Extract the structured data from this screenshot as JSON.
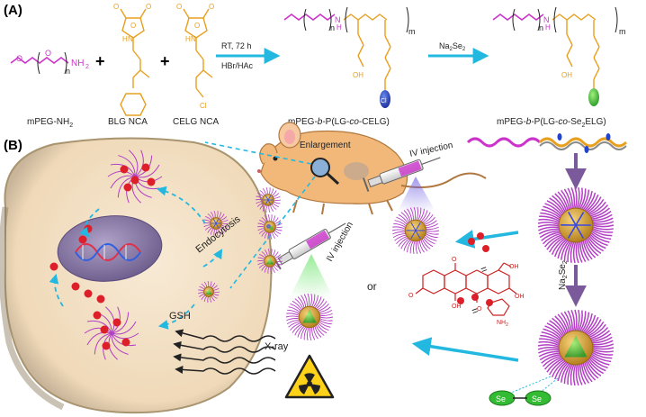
{
  "panel_a": {
    "label": "(A)",
    "reagent_1": "mPEG-NH",
    "reagent_1_sub": "2",
    "reagent_2": "BLG NCA",
    "reagent_3": "CELG NCA",
    "plus": "+",
    "cond_top": "RT, 72 h",
    "cond_bottom": "HBr/HAc",
    "product_1_pre": "mPEG-",
    "product_1_b": "b",
    "product_1_mid": "-P(LG-",
    "product_1_co": "co",
    "product_1_post": "-CELG)",
    "reagent_4": "Na",
    "reagent_4_sub1": "2",
    "reagent_4_mid": "Se",
    "reagent_4_sub2": "2",
    "product_2_pre": "mPEG-",
    "product_2_b": "b",
    "product_2_mid": "-P(LG-",
    "product_2_co": "co",
    "product_2_mid2": "-Se",
    "product_2_sub": "2",
    "product_2_post": "ELG)",
    "n": "n",
    "m": "m",
    "atom_o": "O",
    "atom_h": "H",
    "atom_n": "N",
    "atom_nh": "NH",
    "atom_cl": "Cl",
    "atom_oh": "OH"
  },
  "panel_b": {
    "label": "(B)",
    "enlargement": "Enlargement",
    "iv_injection_1": "IV injection",
    "iv_injection_2": "IV injection",
    "endocytosis": "Endocytosis",
    "gsh": "GSH",
    "xray": "X-ray",
    "or": "or",
    "na2se2_pre": "Na",
    "na2se2_sub1": "2",
    "na2se2_mid": "Se",
    "na2se2_sub2": "2",
    "se_left": "Se",
    "se_right": "Se",
    "dox_oh1": "OH",
    "dox_oh2": "OH",
    "dox_oh3": "OH",
    "dox_o1": "O",
    "dox_o2": "O",
    "dox_o3": "O",
    "dox_nh2": "NH",
    "dox_nh2_sub": "2",
    "equals": "="
  },
  "colors": {
    "peg": "#cc33cc",
    "polymer": "#e8a020",
    "arrow": "#22b8e0",
    "dashed": "#22b8e0",
    "cell": "#f3e2c8",
    "nucleus": "#8a7aa8",
    "mouse": "#f2b87a",
    "dox": "#cc2222",
    "chlorine": "#2244cc",
    "selenium": "#33bb33"
  }
}
